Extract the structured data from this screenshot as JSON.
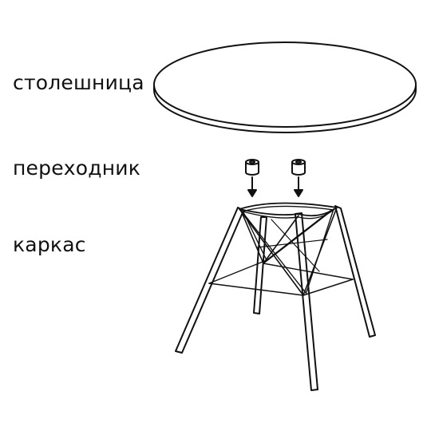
{
  "labels": {
    "tabletop": "столешница",
    "adapter": "переходник",
    "frame": "каркас"
  },
  "colors": {
    "line": "#111111",
    "background": "#ffffff"
  }
}
